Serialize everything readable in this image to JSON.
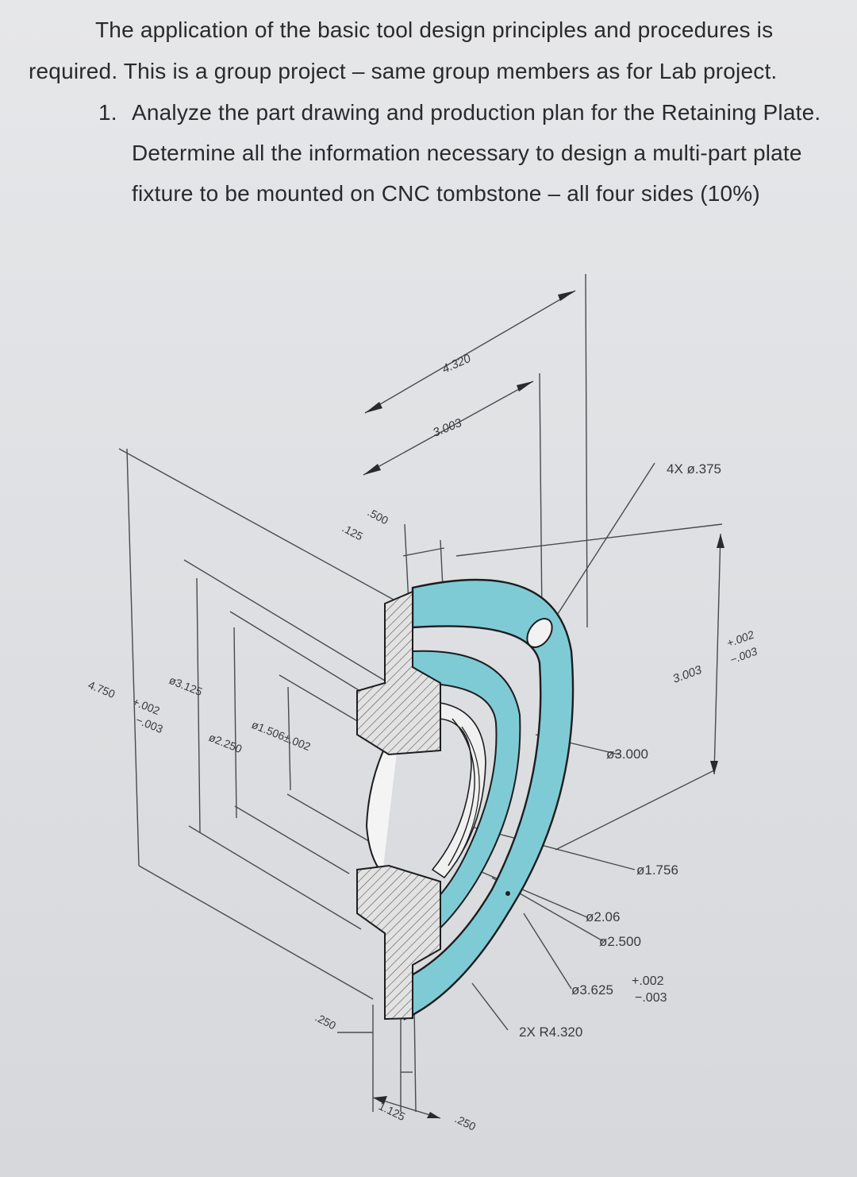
{
  "instructions": {
    "line1": "The application of the basic tool design principles and procedures is",
    "line2": "required. This is a group project – same group members as for Lab project.",
    "item_number": "1.",
    "item_line1": "Analyze the part drawing and production plan for the Retaining Plate.",
    "item_line2": "Determine all the information necessary to design a multi-part plate",
    "item_line3": "fixture to be mounted on CNC tombstone – all four sides (10%)"
  },
  "drawing": {
    "part_color": "#7ecbd6",
    "dims": {
      "len_4320": "4.320",
      "len_3003": "3.003",
      "len_500": ".500",
      "len_125": ".125",
      "holes": "4X ø.375",
      "height_3003": "3.003",
      "height_3003_tol_plus": "+.002",
      "height_3003_tol_minus": "−.003",
      "dia_4750": "4.750",
      "dia_4750_tol_plus": "+.002",
      "dia_4750_tol_minus": "−.003",
      "dia_3125": "ø3.125",
      "dia_2250": "ø2.250",
      "dia_1506": "ø1.506±.002",
      "dia_3000": "ø3.000",
      "dia_1756": "ø1.756",
      "dia_206": "ø2.06",
      "dia_2500": "ø2.500",
      "dia_3625": "ø3.625",
      "dia_3625_tol_plus": "+.002",
      "dia_3625_tol_minus": "−.003",
      "radius": "2X R4.320",
      "len_250_left": ".250",
      "len_1125": "1.125",
      "len_250_right": ".250"
    }
  }
}
